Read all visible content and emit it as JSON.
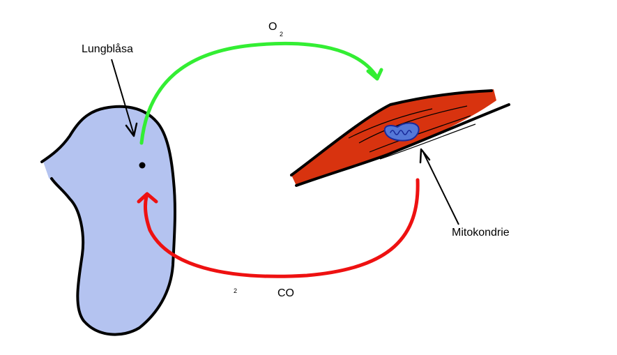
{
  "labels": {
    "alveolus": "Lungblåsa",
    "oxygen_main": "O",
    "oxygen_subscript": "2",
    "mitochondrion": "Mitokondrie",
    "carbon_dioxide_main": "CO",
    "carbon_dioxide_subscript": "2"
  },
  "colors": {
    "alveolus_fill": "#b4c3f0",
    "outline": "#000000",
    "oxygen_arrow": "#33ee33",
    "carbon_dioxide_arrow": "#ee1111",
    "muscle_cell": "#d8330f",
    "mitochondrion_fill": "#5578d8",
    "mitochondrion_crista": "#1a2a99"
  }
}
